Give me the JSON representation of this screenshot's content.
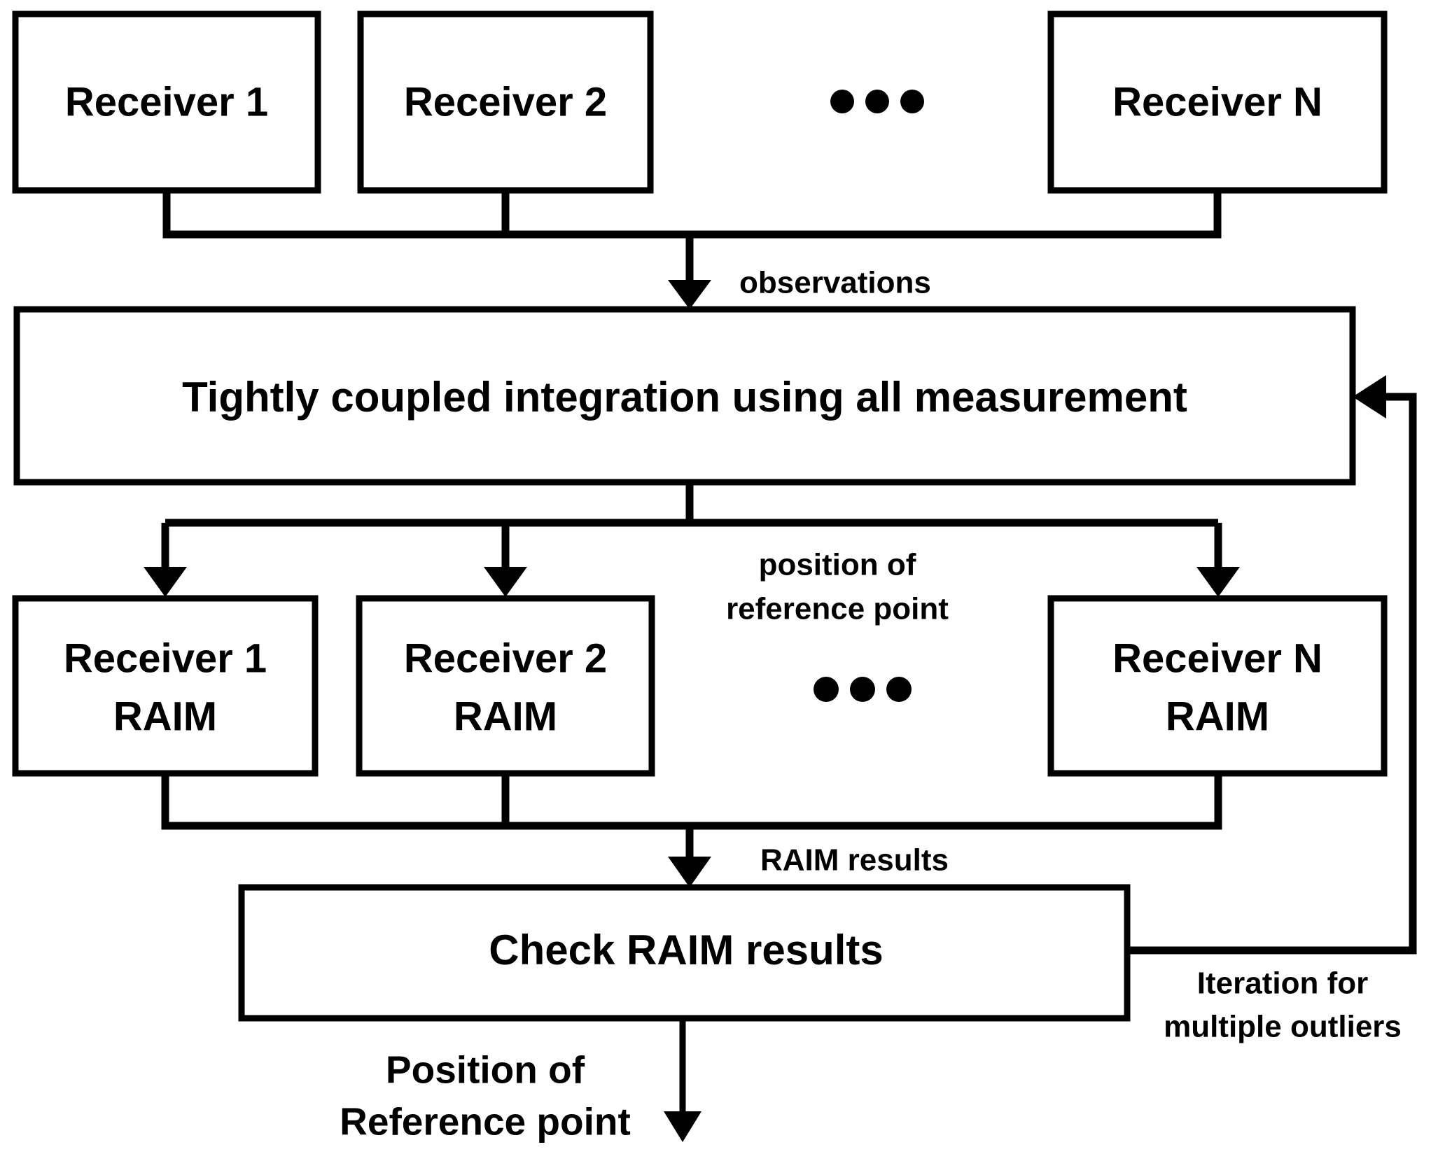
{
  "diagram": {
    "title": "Tightly coupled integration with multi-receiver RAIM flowchart",
    "background_color": "#ffffff",
    "line_color": "#000000",
    "nodes": {
      "receiver_1": "Receiver 1",
      "receiver_2": "Receiver 2",
      "receiver_n": "Receiver N",
      "integration": "Tightly coupled integration using all measurement",
      "raim_1_line1": "Receiver 1",
      "raim_1_line2": "RAIM",
      "raim_2_line1": "Receiver 2",
      "raim_2_line2": "RAIM",
      "raim_n_line1": "Receiver N",
      "raim_n_line2": "RAIM",
      "check": "Check RAIM results"
    },
    "edge_labels": {
      "observations": "observations",
      "position_line1": "position of",
      "position_line2": "reference point",
      "raim_results": "RAIM results",
      "iteration_line1": "Iteration for",
      "iteration_line2": "multiple outliers"
    },
    "outputs": {
      "final_line1": "Position of",
      "final_line2": "Reference point"
    },
    "ellipsis": {
      "top": "• • •",
      "middle": "• • •"
    }
  }
}
